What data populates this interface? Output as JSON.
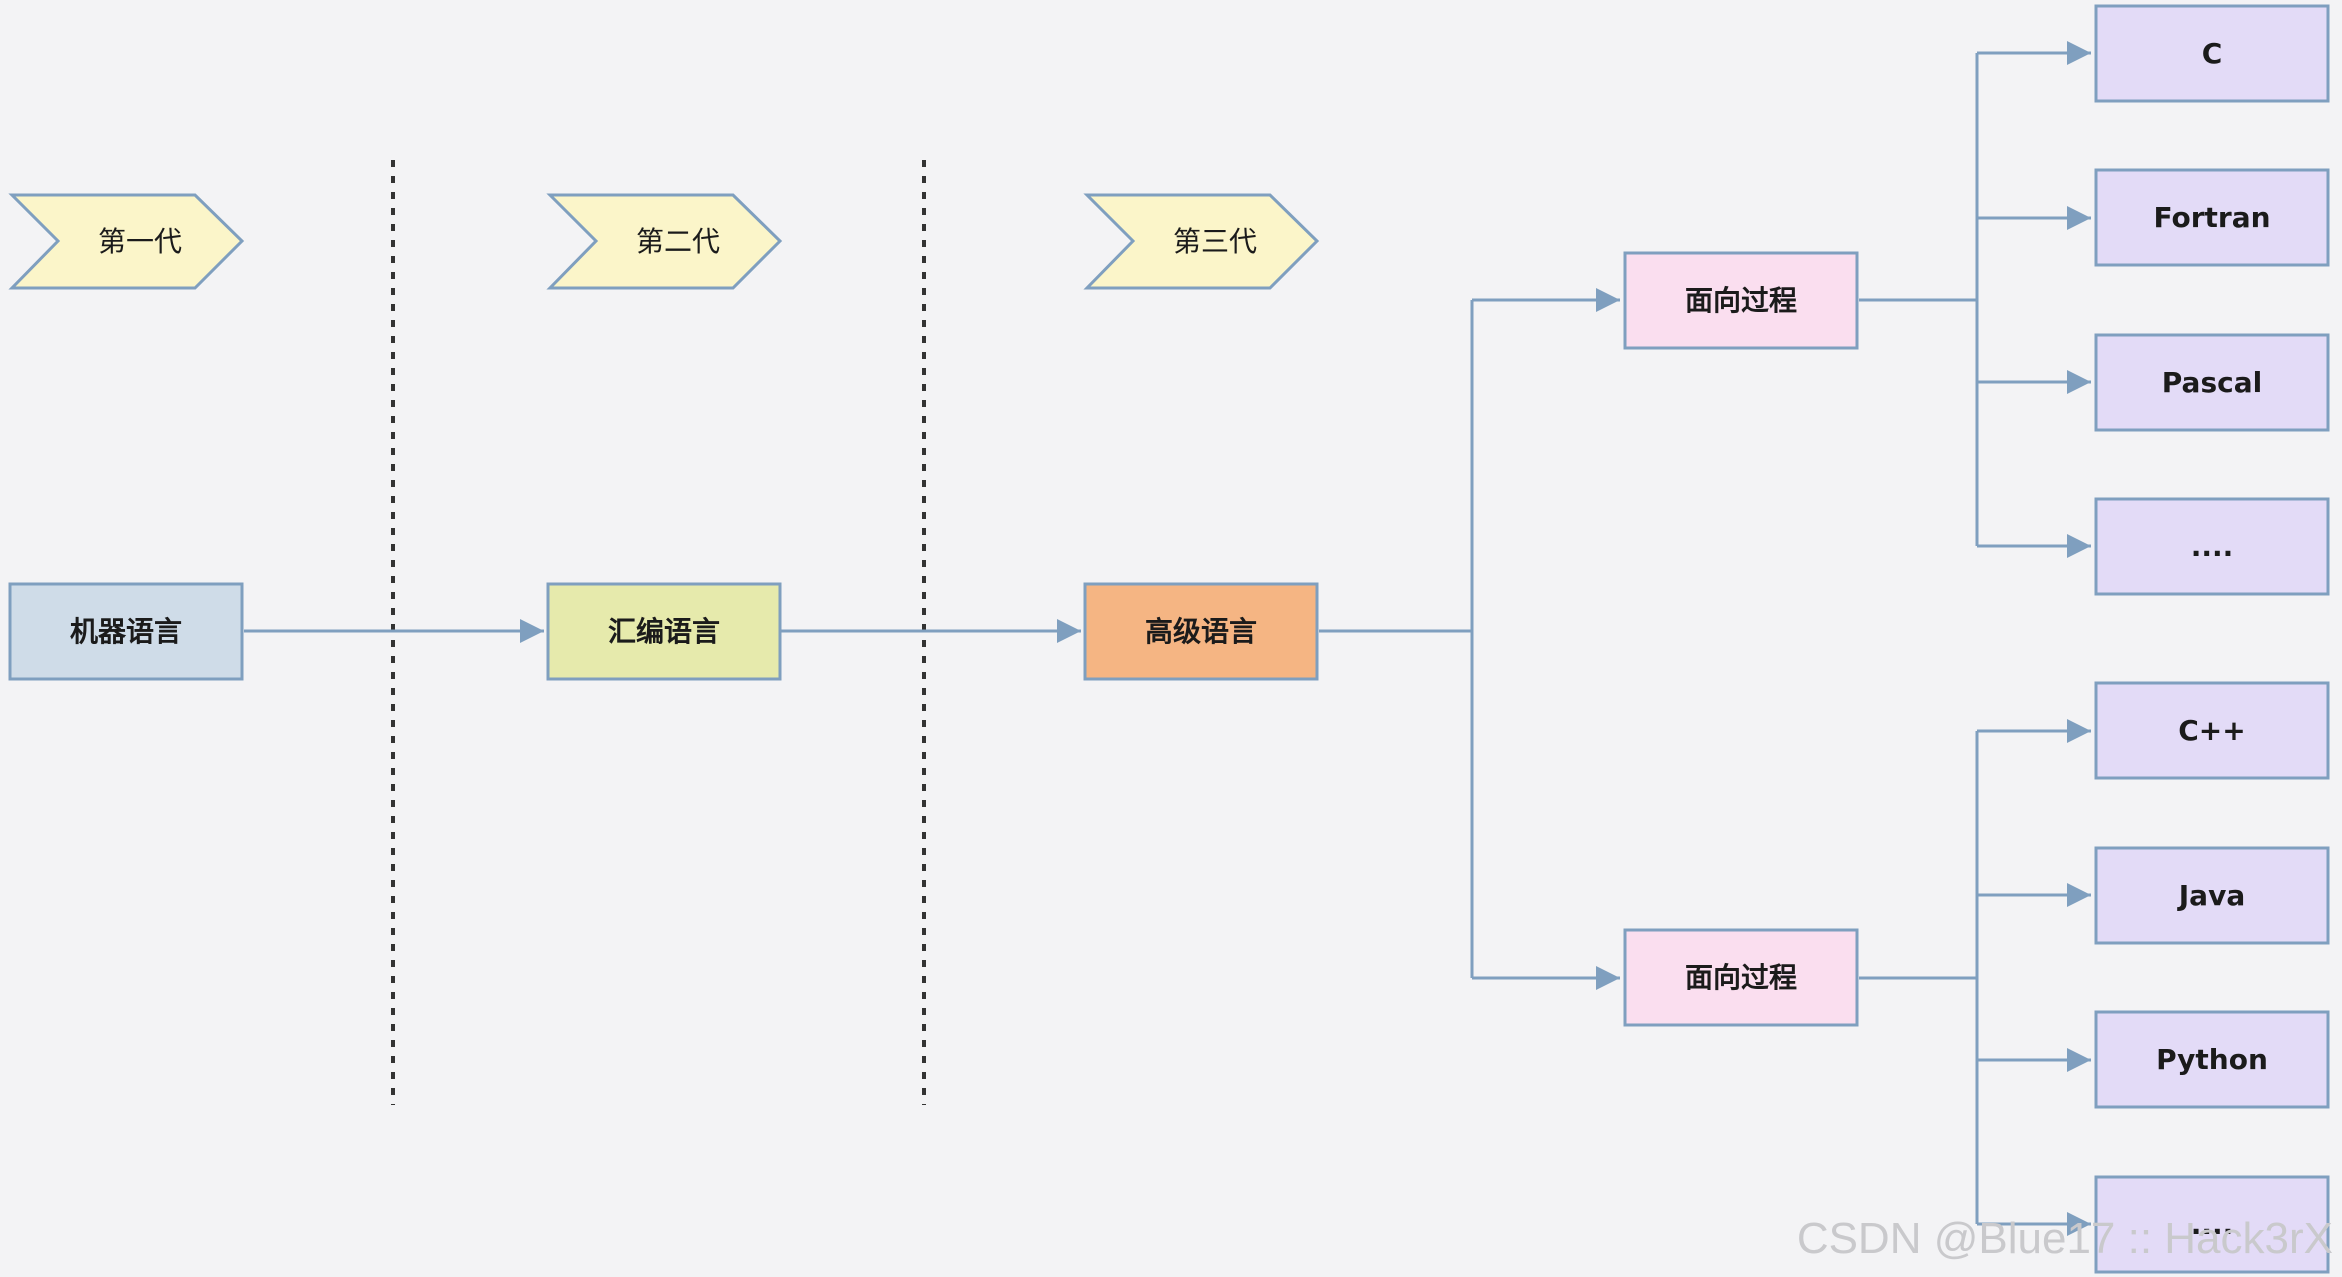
{
  "generations": [
    "第一代",
    "第二代",
    "第三代"
  ],
  "main_chain": {
    "machine": "机器语言",
    "assembly": "汇编语言",
    "high_level": "高级语言"
  },
  "branches": [
    {
      "label": "面向过程",
      "children": [
        "C",
        "Fortran",
        "Pascal",
        "...."
      ]
    },
    {
      "label": "面向过程",
      "children": [
        "C++",
        "Java",
        "Python",
        "...."
      ]
    }
  ],
  "watermark": "CSDN @Blue17 :: Hack3rX",
  "colors": {
    "background": "#f3f3f5",
    "stroke": "#7f9fbf",
    "machine_fill": "#cfdce8",
    "assembly_fill": "#e6eaac",
    "high_level_fill": "#f5b583",
    "generation_fill": "#fbf5c9",
    "paradigm_fill": "#fadeef",
    "language_fill": "#e3dbf7"
  }
}
